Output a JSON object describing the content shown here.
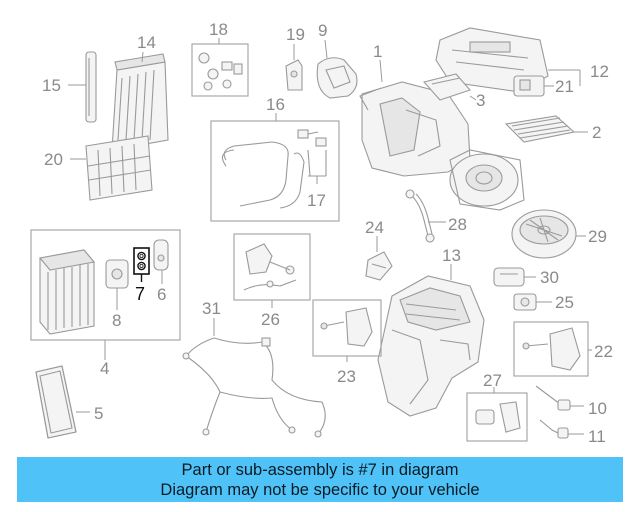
{
  "callouts": [
    "1",
    "2",
    "3",
    "4",
    "5",
    "6",
    "7",
    "8",
    "9",
    "10",
    "11",
    "12",
    "13",
    "14",
    "15",
    "16",
    "17",
    "18",
    "19",
    "20",
    "21",
    "22",
    "23",
    "24",
    "25",
    "26",
    "27",
    "28",
    "29",
    "30",
    "31"
  ],
  "highlighted_callout": "7",
  "banner": {
    "line1": "Part or sub-assembly is #7 in diagram",
    "line2": "Diagram may not be specific to your vehicle",
    "background_color": "#4fc3f7"
  }
}
